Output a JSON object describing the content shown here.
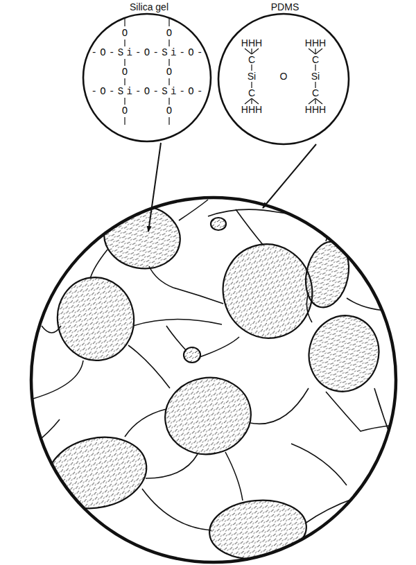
{
  "diagram": {
    "nodes": [
      {
        "text": [
          "Silica gel",
          "O",
          "O",
          "-O-Si-O-Si-O-",
          "O",
          "O",
          "-O-Si-O-Si-O-",
          "O",
          "O"
        ]
      },
      {
        "text": [
          "PDMS",
          "HHH",
          "HHH",
          "C",
          "C",
          "Si",
          "O",
          "Si",
          "C",
          "C",
          "HHH",
          "HHH"
        ]
      }
    ]
  }
}
